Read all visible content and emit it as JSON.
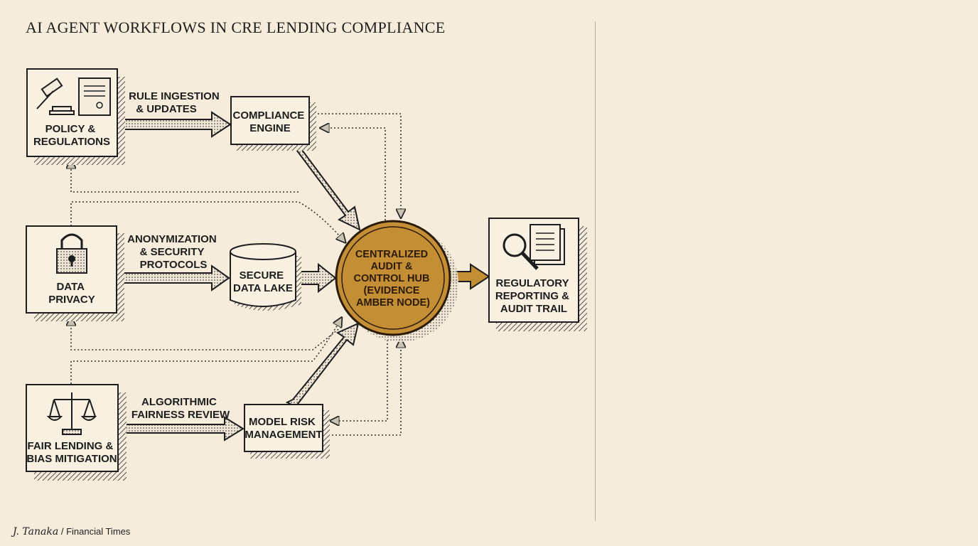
{
  "title": "AI AGENT WORKFLOWS IN CRE LENDING COMPLIANCE",
  "nodes": {
    "policy": [
      "POLICY &",
      "REGULATIONS"
    ],
    "compliance_engine": [
      "COMPLIANCE",
      "ENGINE"
    ],
    "data_privacy": [
      "DATA",
      "PRIVACY"
    ],
    "secure_data_lake": [
      "SECURE",
      "DATA LAKE"
    ],
    "hub": [
      "CENTRALIZED",
      "AUDIT &",
      "CONTROL HUB",
      "(EVIDENCE",
      "AMBER NODE)"
    ],
    "fair_lending": [
      "FAIR LENDING &",
      "BIAS MITIGATION"
    ],
    "model_risk": [
      "MODEL RISK",
      "MANAGEMENT"
    ],
    "reporting": [
      "REGULATORY",
      "REPORTING &",
      "AUDIT TRAIL"
    ]
  },
  "edges": {
    "rule_ingestion": [
      "RULE INGESTION",
      "& UPDATES"
    ],
    "anonymization": [
      "ANONYMIZATION",
      "& SECURITY",
      "PROTOCOLS"
    ],
    "algorithmic": [
      "ALGORITHMIC",
      "FAIRNESS REVIEW"
    ]
  },
  "credit": {
    "signature": "J. Tanaka",
    "source": "/ Financial Times"
  },
  "colors": {
    "background": "#f6ecdb",
    "hub_fill": "#c48e35",
    "ink": "#1d1d1d",
    "panel": "#f8f0e1"
  }
}
